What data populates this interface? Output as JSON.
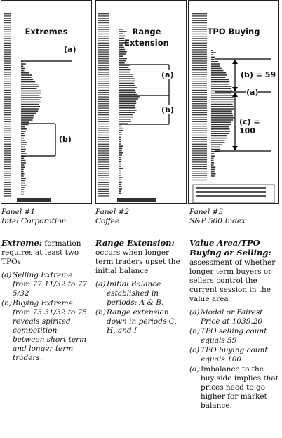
{
  "panels": [
    {
      "chart_title": "Extremes",
      "annotations": [
        "(a)",
        "(b)"
      ],
      "panel_label": "Panel #1",
      "subject": "Intel Corporation",
      "heading": "Extreme:",
      "intro": "formation requires at least two TPOs",
      "items": [
        {
          "key": "(a)",
          "text": "Selling Extreme from 77 11/32 to 77 5/32"
        },
        {
          "key": "(b)",
          "text": "Buying Extreme from 73 31/32 to 75 reveals spirited competition between short term and longer term traders."
        }
      ]
    },
    {
      "chart_title": "Range Extension",
      "annotations": [
        "(a)",
        "(b)"
      ],
      "panel_label": "Panel #2",
      "subject": "Coffee",
      "heading": "Range Extension:",
      "intro": "occurs when longer term traders upset the initial balance",
      "items": [
        {
          "key": "(a)",
          "text": "Initial Balance established in periods: A & B."
        },
        {
          "key": "(b)",
          "text": "Range extension down in periods C, H, and I"
        }
      ]
    },
    {
      "chart_title": "TPO Buying",
      "annotations": [
        "(b) = 59",
        "(a)",
        "(c) = 100"
      ],
      "panel_label": "Panel #3",
      "subject": "S&P 500 Index",
      "heading": "Value Area/TPO Buying or Selling:",
      "intro": "assessment of whether longer term buyers or sellers control the current session in the value area",
      "items": [
        {
          "key": "(a)",
          "text": "Modal or Fairest Price at 1039.20"
        },
        {
          "key": "(b)",
          "text": "TPO selling count equals 59"
        },
        {
          "key": "(c)",
          "text": "TPO buying count equals 100"
        },
        {
          "key": "(d)",
          "text": "Imbalance to the buy side implies that prices need to go higher for market balance."
        }
      ]
    }
  ]
}
